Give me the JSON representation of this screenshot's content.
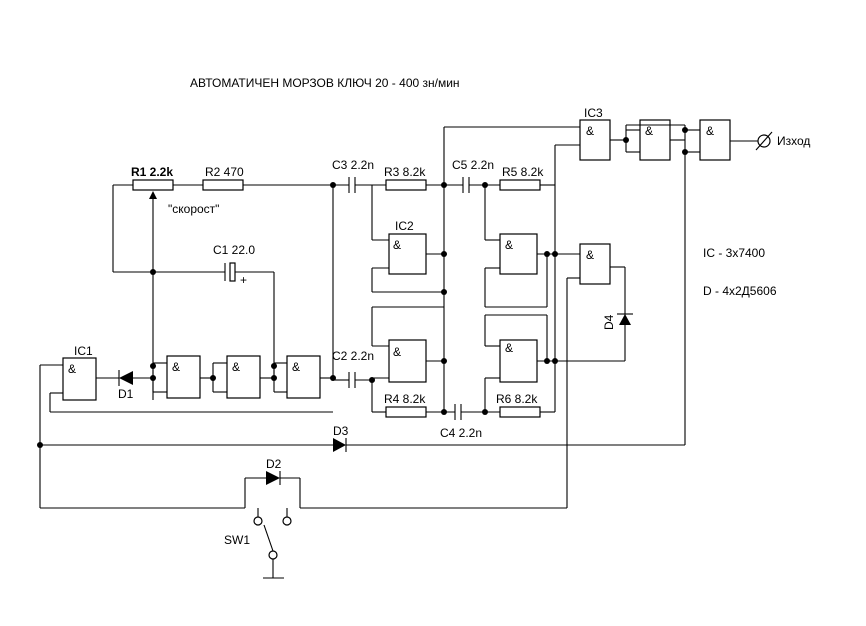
{
  "title": "АВТОМАТИЧЕН  МОРЗОВ  КЛЮЧ  20 - 400 зн/мин",
  "gate_symbol": "&",
  "components": {
    "r1": "R1 2.2k",
    "r1_note": "\"скорост\"",
    "r2": "R2 470",
    "r3": "R3 8.2k",
    "r4": "R4 8.2k",
    "r5": "R5 8.2k",
    "r6": "R6 8.2k",
    "c1": "C1 22.0",
    "c1_plus": "+",
    "c2": "C2 2.2n",
    "c3": "C3 2.2n",
    "c4": "C4 2.2n",
    "c5": "C5 2.2n",
    "ic1": "IC1",
    "ic2": "IC2",
    "ic3": "IC3",
    "d1": "D1",
    "d2": "D2",
    "d3": "D3",
    "d4": "D4",
    "sw1": "SW1",
    "output": "Изход"
  },
  "notes": {
    "ic": "IC - 3x7400",
    "d": "D - 4x2Д5606"
  }
}
